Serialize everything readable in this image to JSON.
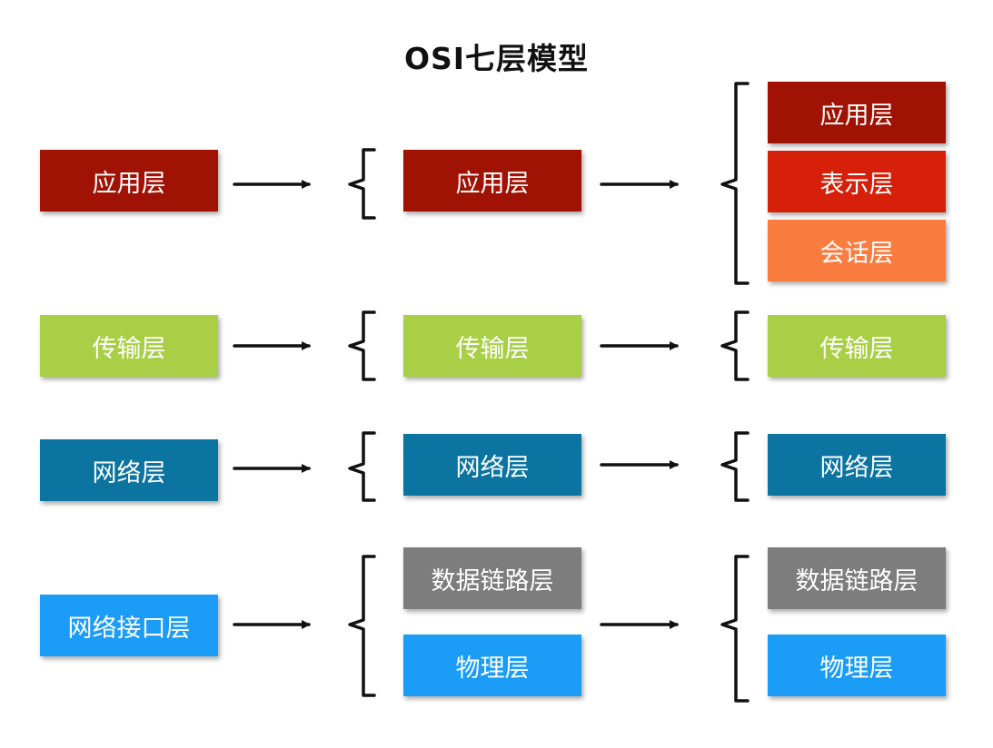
{
  "title": "OSI七层模型",
  "columns": [
    {
      "id": "tcpip",
      "boxes": [
        {
          "label": "应用层",
          "color": "#a01203"
        },
        {
          "label": "传输层",
          "color": "#a8cf45"
        },
        {
          "label": "网络层",
          "color": "#0b74a0"
        },
        {
          "label": "网络接口层",
          "color": "#1a9cf7"
        }
      ]
    },
    {
      "id": "five-layer",
      "boxes": [
        {
          "label": "应用层",
          "color": "#a01203"
        },
        {
          "label": "传输层",
          "color": "#a8cf45"
        },
        {
          "label": "网络层",
          "color": "#0b74a0"
        },
        {
          "label": "数据链路层",
          "color": "#7d7d7d"
        },
        {
          "label": "物理层",
          "color": "#1a9cf7"
        }
      ]
    },
    {
      "id": "osi",
      "boxes": [
        {
          "label": "应用层",
          "color": "#a01203"
        },
        {
          "label": "表示层",
          "color": "#d6200a"
        },
        {
          "label": "会话层",
          "color": "#fb7c3f"
        },
        {
          "label": "传输层",
          "color": "#a8cf45"
        },
        {
          "label": "网络层",
          "color": "#0b74a0"
        },
        {
          "label": "数据链路层",
          "color": "#7d7d7d"
        },
        {
          "label": "物理层",
          "color": "#1a9cf7"
        }
      ]
    }
  ]
}
